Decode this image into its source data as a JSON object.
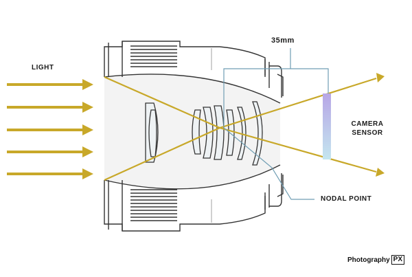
{
  "labels": {
    "light": "LIGHT",
    "focal_length": "35mm",
    "sensor_line1": "CAMERA",
    "sensor_line2": "SENSOR",
    "nodal_point": "NODAL POINT"
  },
  "brand": {
    "name": "Photography",
    "suffix": "PX"
  },
  "colors": {
    "ray": "#c8a829",
    "outline": "#333333",
    "guide": "#6f9db3",
    "sensor_top": "#b7a6e6",
    "sensor_bottom": "#c4e6ef",
    "barrel_fill": "#f1f1f1"
  },
  "icons": [
    "arrow-right-icon",
    "lens-element-icon"
  ]
}
